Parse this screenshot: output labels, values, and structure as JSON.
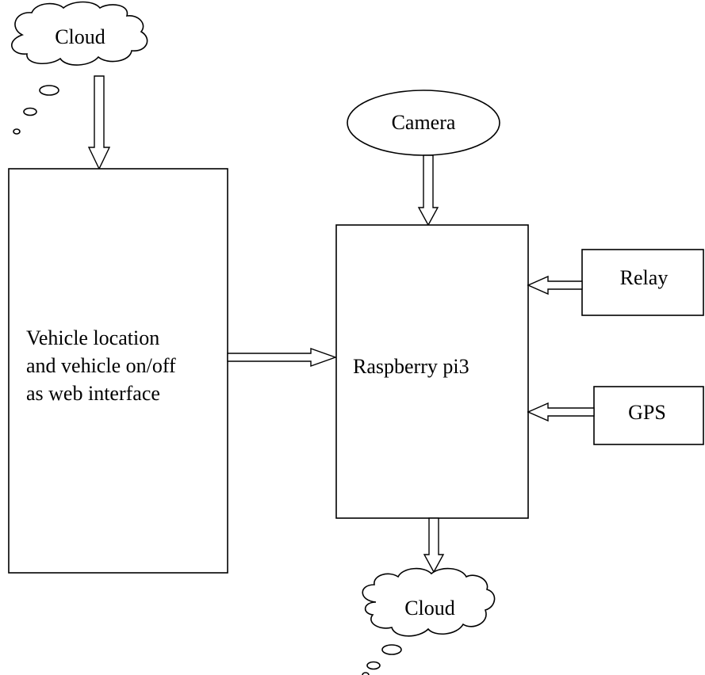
{
  "diagram": {
    "nodes": {
      "cloud_top": "Cloud",
      "camera": "Camera",
      "web_interface": [
        "Vehicle location",
        "and vehicle on/off",
        "as web interface"
      ],
      "raspberry": "Raspberry pi3",
      "relay": "Relay",
      "gps": "GPS",
      "cloud_bottom": "Cloud"
    },
    "colors": {
      "stroke": "#000000",
      "fill": "#ffffff"
    }
  }
}
